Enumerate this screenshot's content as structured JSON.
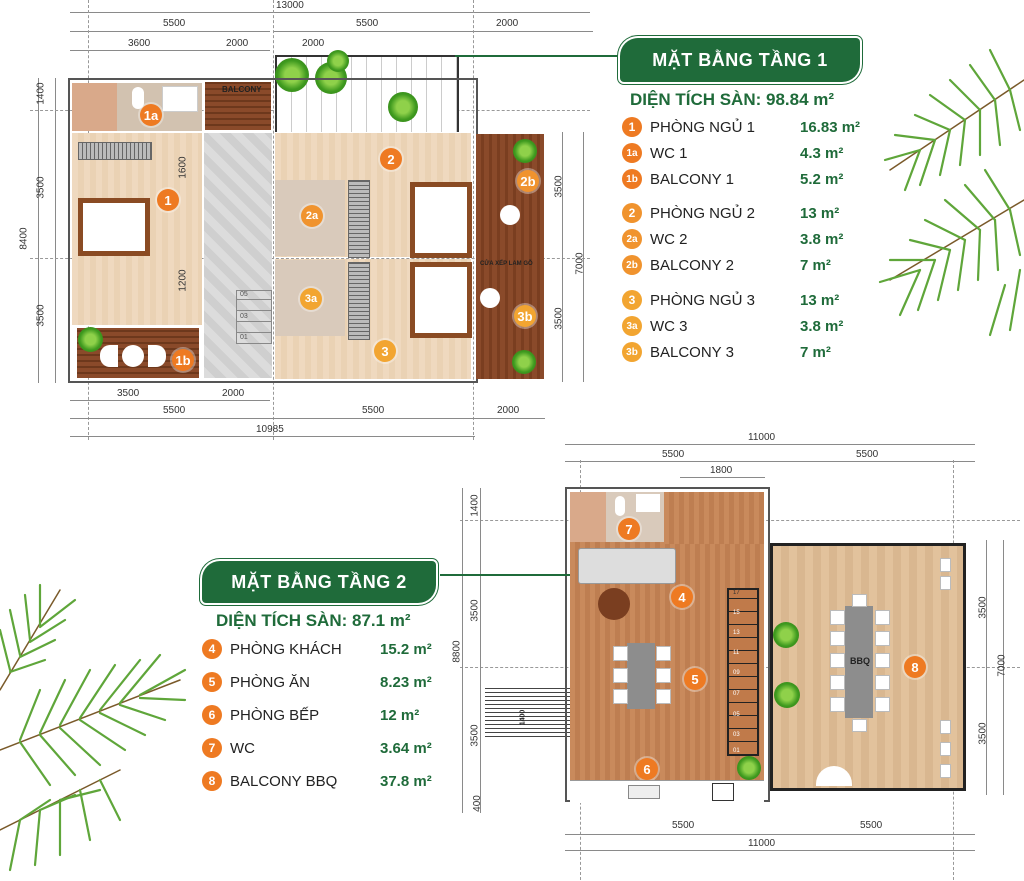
{
  "floor1": {
    "title": "MẶT BẰNG TẦNG 1",
    "area_label": "DIỆN TÍCH SÀN: 98.84 m²",
    "rooms": [
      {
        "id": "1",
        "name": "PHÒNG NGỦ 1",
        "area": "16.83 m²",
        "color": "#ee7a22"
      },
      {
        "id": "1a",
        "name": "WC 1",
        "area": "4.3 m²",
        "color": "#ee7a22"
      },
      {
        "id": "1b",
        "name": "BALCONY 1",
        "area": "5.2 m²",
        "color": "#ee7a22"
      },
      {
        "id": "2",
        "name": "PHÒNG NGỦ 2",
        "area": "13 m²",
        "color": "#f0932e"
      },
      {
        "id": "2a",
        "name": "WC 2",
        "area": "3.8 m²",
        "color": "#f0932e"
      },
      {
        "id": "2b",
        "name": "BALCONY 2",
        "area": "7 m²",
        "color": "#f0932e"
      },
      {
        "id": "3",
        "name": "PHÒNG NGỦ 3",
        "area": "13 m²",
        "color": "#f2a531"
      },
      {
        "id": "3a",
        "name": "WC 3",
        "area": "3.8 m²",
        "color": "#f2a531"
      },
      {
        "id": "3b",
        "name": "BALCONY 3",
        "area": "7 m²",
        "color": "#f2a531"
      }
    ],
    "plan_labels": {
      "balcony": "BALCONY",
      "folding_door": "CỬA XẾP LAM GỖ",
      "stairs": [
        "05",
        "03",
        "01"
      ]
    },
    "dimensions": {
      "top_total": "13000",
      "top_left": "5500",
      "top_left_a": "3600",
      "top_left_b": "2000",
      "top_mid": "5500",
      "top_mid_a": "2000",
      "top_right": "2000",
      "left_total": "8400",
      "left_a": "1400",
      "left_b": "3500",
      "left_c": "3500",
      "inner_1": "1600",
      "inner_2": "1200",
      "right_total": "7000",
      "right_a": "3500",
      "right_b": "3500",
      "bottom_a": "3500",
      "bottom_b": "2000",
      "bottom_left": "5500",
      "bottom_mid": "5500",
      "bottom_right": "2000",
      "bottom_total": "10985"
    }
  },
  "floor2": {
    "title": "MẶT BẰNG TẦNG 2",
    "area_label": "DIỆN TÍCH SÀN: 87.1 m²",
    "rooms": [
      {
        "id": "4",
        "name": "PHÒNG KHÁCH",
        "area": "15.2 m²",
        "color": "#ee7a22"
      },
      {
        "id": "5",
        "name": "PHÒNG ĂN",
        "area": "8.23 m²",
        "color": "#ee7a22"
      },
      {
        "id": "6",
        "name": "PHÒNG BẾP",
        "area": "12 m²",
        "color": "#ee7a22"
      },
      {
        "id": "7",
        "name": "WC",
        "area": "3.64 m²",
        "color": "#ee7a22"
      },
      {
        "id": "8",
        "name": "BALCONY BBQ",
        "area": "37.8 m²",
        "color": "#ee7a22"
      }
    ],
    "plan_labels": {
      "bbq": "BBQ",
      "stairs": [
        "17",
        "15",
        "13",
        "11",
        "09",
        "07",
        "05",
        "03",
        "01"
      ],
      "entry_stair": "1400"
    },
    "dimensions": {
      "top_total": "11000",
      "top_left": "5500",
      "top_inner": "1800",
      "top_right": "5500",
      "left_total": "8800",
      "left_a": "1400",
      "left_b": "3500",
      "left_c": "3500",
      "left_d": "400",
      "right_total": "7000",
      "right_a": "3500",
      "right_b": "3500",
      "bottom_left": "5500",
      "bottom_right": "5500",
      "bottom_total": "11000"
    }
  },
  "colors": {
    "brand_green": "#1f6b3a",
    "badge_orange": "#ee7a22",
    "badge_yellow": "#f2a531"
  }
}
